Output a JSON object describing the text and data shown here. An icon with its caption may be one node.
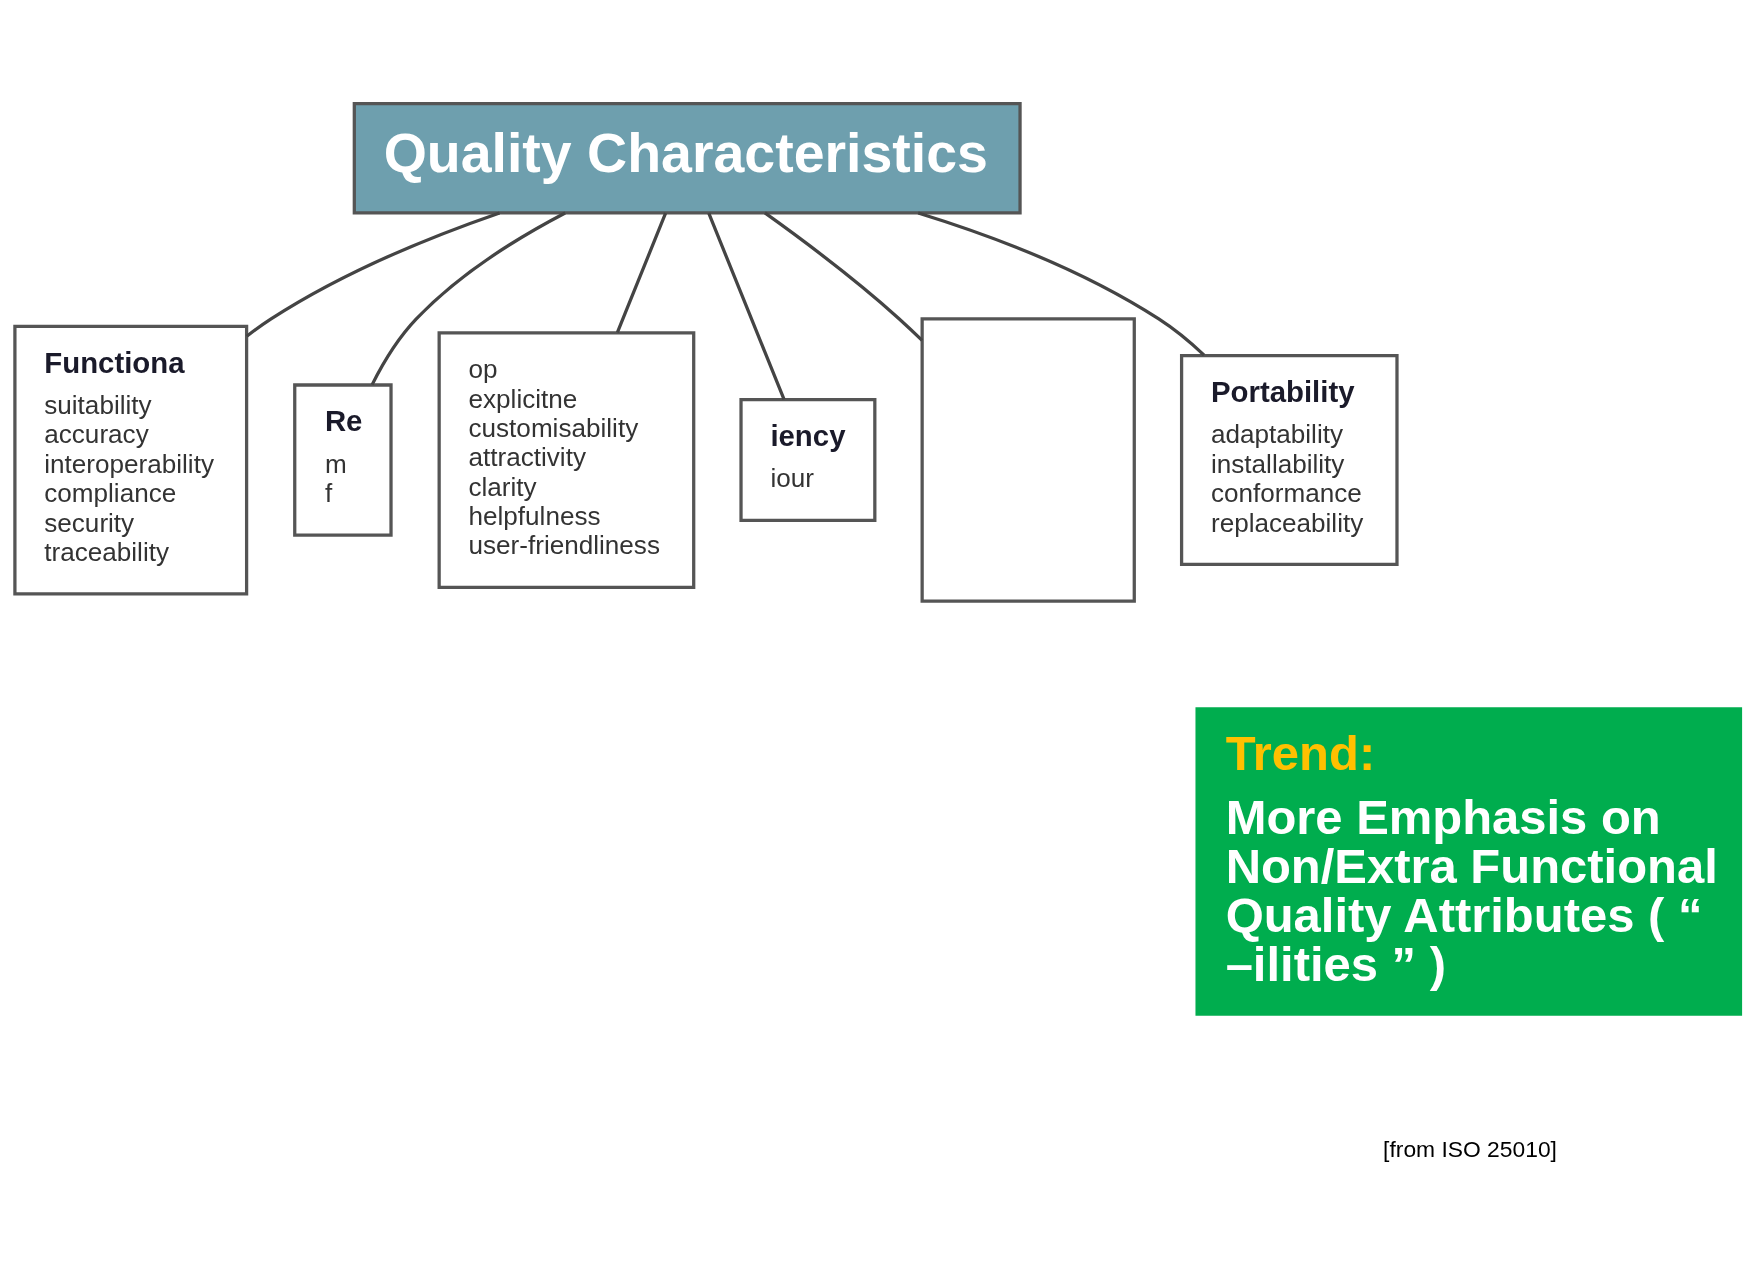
{
  "diagram": {
    "nodes": [
      {
        "text": [
          "Quality Characteristics"
        ]
      },
      {
        "text": [
          "Functiona",
          "suitability accuracy interoperability compliance security traceability"
        ]
      },
      {
        "text": [
          "Re",
          "m f"
        ]
      },
      {
        "text": [
          "op explicitne customisability attractivity clarity helpfulness user-friendliness"
        ]
      },
      {
        "text": [
          "iency",
          "iour"
        ]
      },
      {
        "text": [],
        "shape": "box"
      },
      {
        "text": [
          "Portability",
          "adaptability installability conformance replaceability"
        ]
      },
      {
        "text": [
          "Trend:",
          "More Emphasis on Non/Extra Functional Quality Attributes ( “ –ilities ” )"
        ]
      }
    ],
    "edges": [
      {
        "from": 0,
        "to": 1,
        "arrow": "none"
      },
      {
        "from": 0,
        "to": 2,
        "arrow": "none"
      },
      {
        "from": 0,
        "to": 3,
        "arrow": "none"
      },
      {
        "from": 0,
        "to": 4,
        "arrow": "none"
      },
      {
        "from": 0,
        "to": 5,
        "arrow": "none"
      },
      {
        "from": 0,
        "to": 6,
        "arrow": "none"
      }
    ],
    "labels": [
      "[from ISO 25010]"
    ]
  }
}
